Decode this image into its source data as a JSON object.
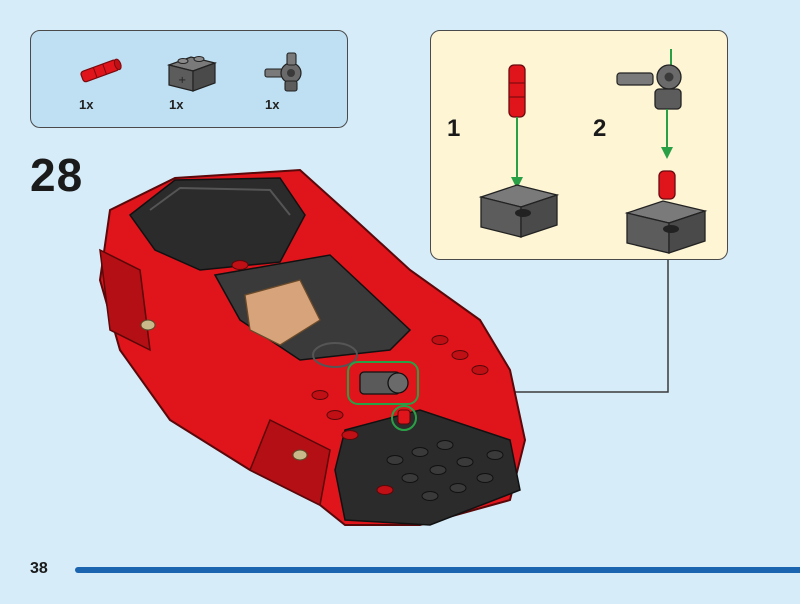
{
  "parts_list": {
    "items": [
      {
        "name": "red-axle-pin",
        "qty": "1x"
      },
      {
        "name": "dark-grey-brick-with-axle-hole",
        "qty": "1x"
      },
      {
        "name": "dark-grey-ball-joint-connector",
        "qty": "1x"
      }
    ]
  },
  "step": {
    "number": "28"
  },
  "sub_assembly": {
    "steps": [
      {
        "label": "1"
      },
      {
        "label": "2"
      }
    ]
  },
  "page": {
    "number": "38"
  },
  "colors": {
    "background": "#d6ecf9",
    "parts_box": "#bfe0f3",
    "sub_box": "#fdf5d4",
    "accent_red": "#e0141b",
    "dark_grey": "#5a5a5a",
    "highlight_green": "#2aa046",
    "footer_bar": "#1b65b0"
  }
}
